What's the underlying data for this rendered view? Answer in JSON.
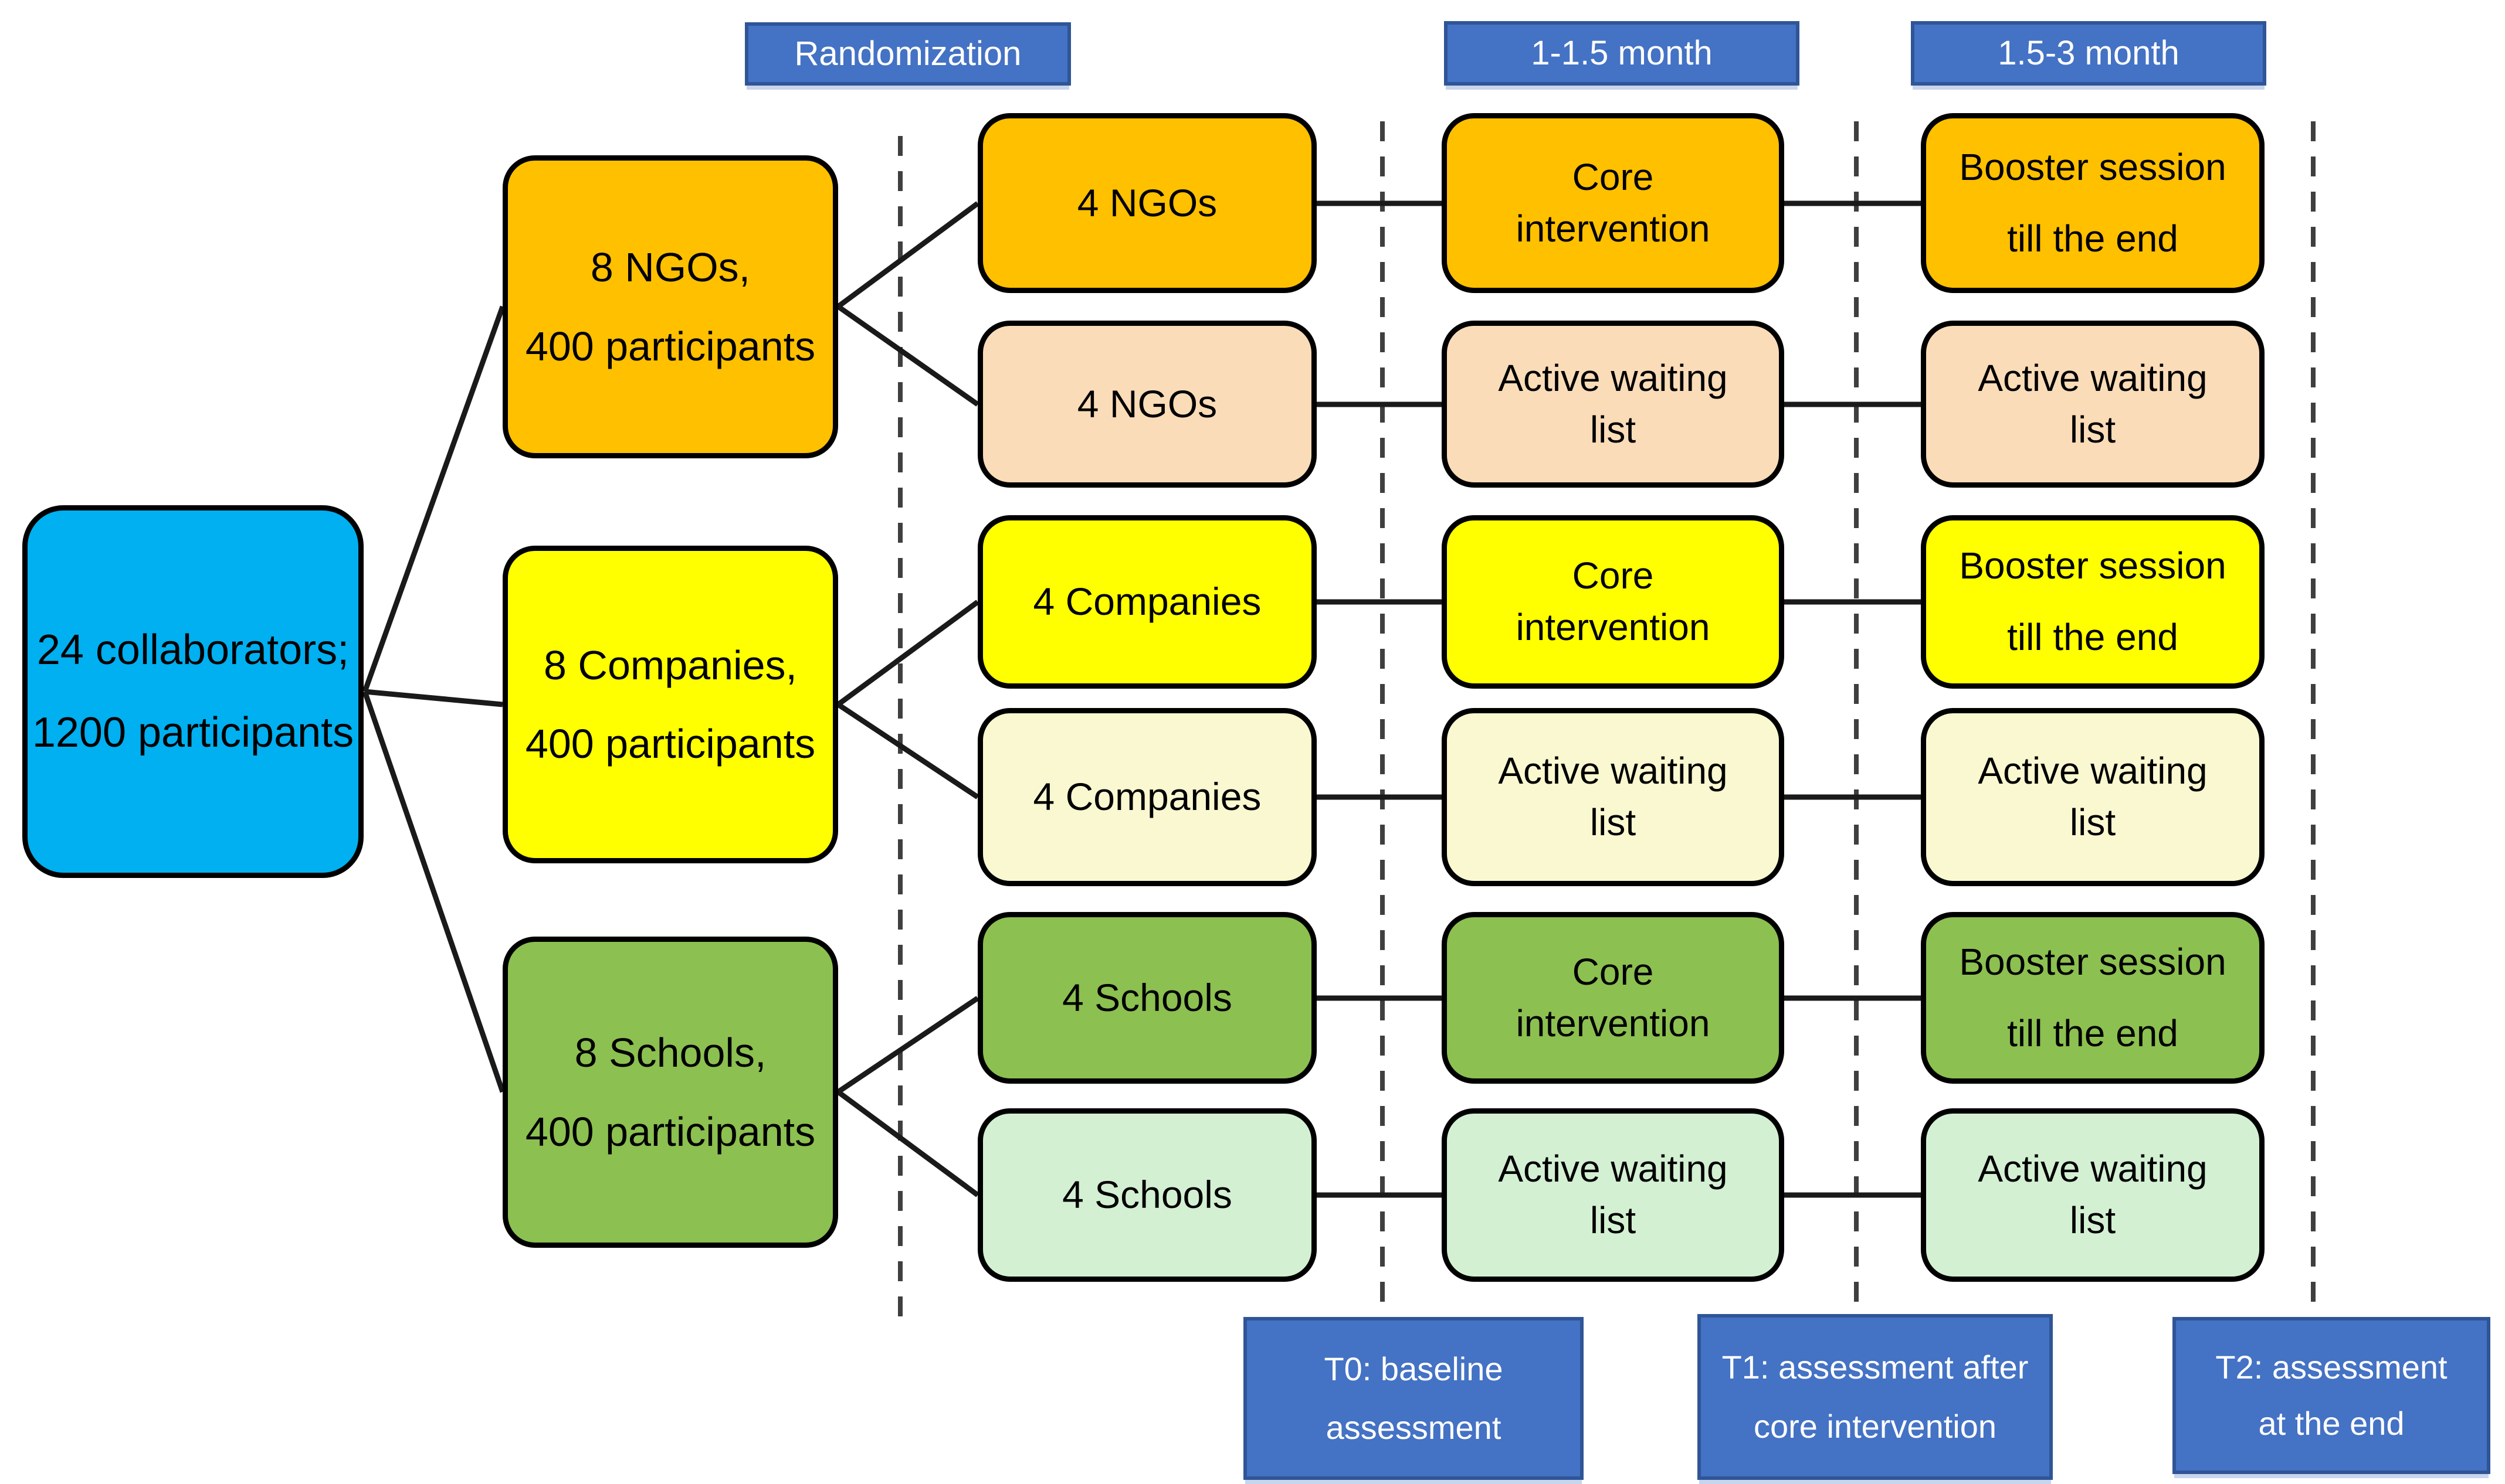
{
  "palette": {
    "header_blue": "#4472C4",
    "header_border": "#2F5597",
    "header_halo": "#C9D5EC",
    "cyan": "#00B0F0",
    "orange": "#FFC000",
    "peach": "#FBDCB8",
    "yellow": "#FFFF00",
    "pale_yellow": "#FAF8D0",
    "green": "#8CC050",
    "pale_green": "#D3F0D3",
    "box_border": "#000000",
    "line_color": "#1A1A1A",
    "dash_color": "#3F3F3F",
    "text_dark": "#000000",
    "text_light": "#FFFFFF",
    "background": "#FFFFFF"
  },
  "headers": {
    "randomization": "Randomization",
    "month_1": "1-1.5 month",
    "month_2": "1.5-3 month"
  },
  "root": {
    "line1": "24 collaborators;",
    "line2": "1200 participants"
  },
  "groups": {
    "ngos": {
      "line1": "8 NGOs,",
      "line2": "400 participants"
    },
    "companies": {
      "line1": "8 Companies,",
      "line2": "400 participants"
    },
    "schools": {
      "line1": "8 Schools,",
      "line2": "400 participants"
    }
  },
  "rows": [
    {
      "arm": "4 NGOs",
      "phase1": {
        "line1": "Core",
        "line2": "intervention"
      },
      "phase2": {
        "line1": "Booster session",
        "line2": "till the end"
      }
    },
    {
      "arm": "4 NGOs",
      "phase1": {
        "line1": "Active waiting",
        "line2": "list"
      },
      "phase2": {
        "line1": "Active waiting",
        "line2": "list"
      }
    },
    {
      "arm": "4 Companies",
      "phase1": {
        "line1": "Core",
        "line2": "intervention"
      },
      "phase2": {
        "line1": "Booster session",
        "line2": "till the end"
      }
    },
    {
      "arm": "4 Companies",
      "phase1": {
        "line1": "Active waiting",
        "line2": "list"
      },
      "phase2": {
        "line1": "Active waiting",
        "line2": "list"
      }
    },
    {
      "arm": "4 Schools",
      "phase1": {
        "line1": "Core",
        "line2": "intervention"
      },
      "phase2": {
        "line1": "Booster session",
        "line2": "till the end"
      }
    },
    {
      "arm": "4 Schools",
      "phase1": {
        "line1": "Active waiting",
        "line2": "list"
      },
      "phase2": {
        "line1": "Active waiting",
        "line2": "list"
      }
    }
  ],
  "footers": {
    "t0": {
      "line1": "T0: baseline",
      "line2": "assessment"
    },
    "t1": {
      "line1": "T1: assessment after",
      "line2": "core intervention"
    },
    "t2": {
      "line1": "T2: assessment",
      "line2": "at the end"
    }
  }
}
